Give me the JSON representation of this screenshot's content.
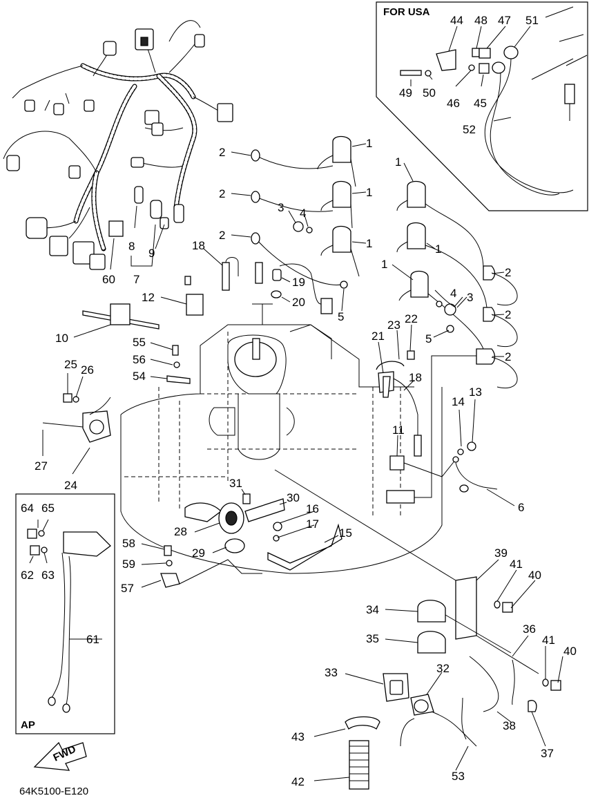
{
  "boxes": {
    "usa_title": "FOR USA",
    "ap_title": "AP"
  },
  "fwd_label": "FWD",
  "diagram_code": "64K5100-E120",
  "callouts": [
    {
      "id": "c44",
      "text": "44"
    },
    {
      "id": "c48",
      "text": "48"
    },
    {
      "id": "c47",
      "text": "47"
    },
    {
      "id": "c51",
      "text": "51"
    },
    {
      "id": "c49",
      "text": "49"
    },
    {
      "id": "c50",
      "text": "50"
    },
    {
      "id": "c46",
      "text": "46"
    },
    {
      "id": "c45",
      "text": "45"
    },
    {
      "id": "c52",
      "text": "52"
    },
    {
      "id": "c1a",
      "text": "1"
    },
    {
      "id": "c1b",
      "text": "1"
    },
    {
      "id": "c1c",
      "text": "1"
    },
    {
      "id": "c1d",
      "text": "1"
    },
    {
      "id": "c1e",
      "text": "1"
    },
    {
      "id": "c1f",
      "text": "1"
    },
    {
      "id": "c2a",
      "text": "2"
    },
    {
      "id": "c2b",
      "text": "2"
    },
    {
      "id": "c2c",
      "text": "2"
    },
    {
      "id": "c2d",
      "text": "2"
    },
    {
      "id": "c2e",
      "text": "2"
    },
    {
      "id": "c2f",
      "text": "2"
    },
    {
      "id": "c3a",
      "text": "3"
    },
    {
      "id": "c4a",
      "text": "4"
    },
    {
      "id": "c3b",
      "text": "3"
    },
    {
      "id": "c4b",
      "text": "4"
    },
    {
      "id": "c5a",
      "text": "5"
    },
    {
      "id": "c5b",
      "text": "5"
    },
    {
      "id": "c8",
      "text": "8"
    },
    {
      "id": "c9",
      "text": "9"
    },
    {
      "id": "c7",
      "text": "7"
    },
    {
      "id": "c60",
      "text": "60"
    },
    {
      "id": "c18a",
      "text": "18"
    },
    {
      "id": "c19",
      "text": "19"
    },
    {
      "id": "c20",
      "text": "20"
    },
    {
      "id": "c12",
      "text": "12"
    },
    {
      "id": "c10",
      "text": "10"
    },
    {
      "id": "c55",
      "text": "55"
    },
    {
      "id": "c56",
      "text": "56"
    },
    {
      "id": "c54",
      "text": "54"
    },
    {
      "id": "c25",
      "text": "25"
    },
    {
      "id": "c26",
      "text": "26"
    },
    {
      "id": "c27",
      "text": "27"
    },
    {
      "id": "c24",
      "text": "24"
    },
    {
      "id": "c21",
      "text": "21"
    },
    {
      "id": "c23",
      "text": "23"
    },
    {
      "id": "c22",
      "text": "22"
    },
    {
      "id": "c18b",
      "text": "18"
    },
    {
      "id": "c11",
      "text": "11"
    },
    {
      "id": "c14",
      "text": "14"
    },
    {
      "id": "c13",
      "text": "13"
    },
    {
      "id": "c6",
      "text": "6"
    },
    {
      "id": "c31",
      "text": "31"
    },
    {
      "id": "c30",
      "text": "30"
    },
    {
      "id": "c16",
      "text": "16"
    },
    {
      "id": "c17",
      "text": "17"
    },
    {
      "id": "c15",
      "text": "15"
    },
    {
      "id": "c28",
      "text": "28"
    },
    {
      "id": "c29",
      "text": "29"
    },
    {
      "id": "c58",
      "text": "58"
    },
    {
      "id": "c59",
      "text": "59"
    },
    {
      "id": "c57",
      "text": "57"
    },
    {
      "id": "c64",
      "text": "64"
    },
    {
      "id": "c65",
      "text": "65"
    },
    {
      "id": "c62",
      "text": "62"
    },
    {
      "id": "c63",
      "text": "63"
    },
    {
      "id": "c61",
      "text": "61"
    },
    {
      "id": "c39",
      "text": "39"
    },
    {
      "id": "c41a",
      "text": "41"
    },
    {
      "id": "c40a",
      "text": "40"
    },
    {
      "id": "c34",
      "text": "34"
    },
    {
      "id": "c35",
      "text": "35"
    },
    {
      "id": "c36",
      "text": "36"
    },
    {
      "id": "c41b",
      "text": "41"
    },
    {
      "id": "c40b",
      "text": "40"
    },
    {
      "id": "c33",
      "text": "33"
    },
    {
      "id": "c32",
      "text": "32"
    },
    {
      "id": "c38",
      "text": "38"
    },
    {
      "id": "c37",
      "text": "37"
    },
    {
      "id": "c43",
      "text": "43"
    },
    {
      "id": "c53",
      "text": "53"
    },
    {
      "id": "c42",
      "text": "42"
    }
  ]
}
